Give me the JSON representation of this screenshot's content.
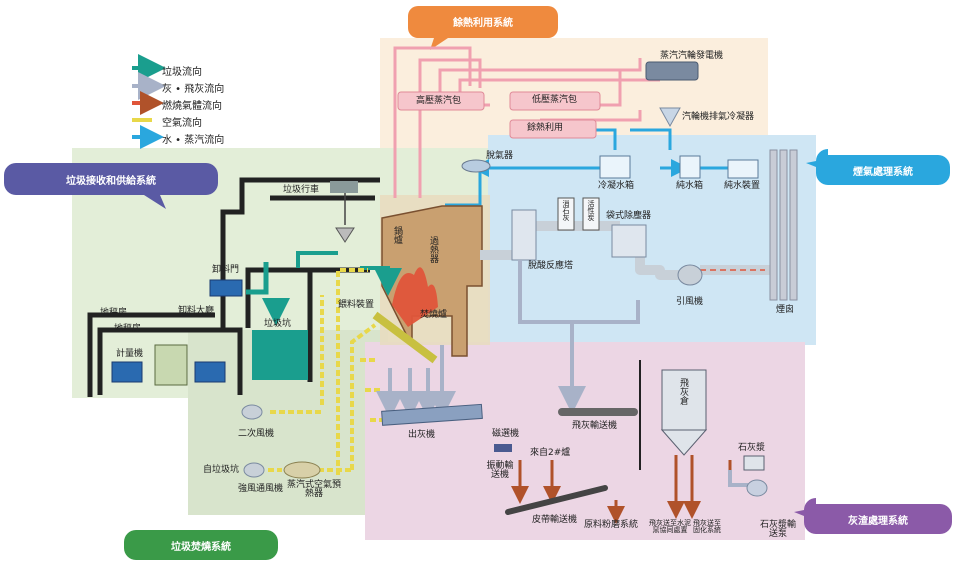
{
  "systems": {
    "heat": "餘熱利用系統",
    "receive": "垃圾接收和供給系統",
    "flue": "煙氣處理系統",
    "incinerate": "垃圾焚燒系統",
    "ash": "灰渣處理系統"
  },
  "legend": [
    {
      "label": "垃圾流向",
      "color": "#1a9e8e"
    },
    {
      "label": "灰 • 飛灰流向",
      "color": "#a8b2c8"
    },
    {
      "label": "燃燒氣體流向",
      "color": "#e0553a"
    },
    {
      "label": "空氣流向",
      "color": "#e8d84a"
    },
    {
      "label": "水 • 蒸汽流向",
      "color": "#2aa7de"
    }
  ],
  "labels": {
    "steam_generator": "蒸汽汽輪發電機",
    "hp_drum": "高壓蒸汽包",
    "lp_drum": "低壓蒸汽包",
    "waste_heat": "餘熱利用",
    "turbine_condenser": "汽輪機排氣冷凝器",
    "deaerator": "脫氣器",
    "condensate_tank": "冷凝水箱",
    "pure_tank": "純水箱",
    "pure_device": "純水裝置",
    "crane": "垃圾行車",
    "boiler": "鍋爐",
    "superheater": "過熱器",
    "bag_filter": "袋式除塵器",
    "slaked_lime": "消石灰",
    "activated_carbon": "活性炭",
    "deacid_tower": "脫酸反應塔",
    "fan": "引風機",
    "chimney": "煙囪",
    "dump_door": "卸料門",
    "dump_hall": "卸料大廳",
    "weighbridge_house_1": "地秤房",
    "weighbridge_house_2": "地秤房",
    "weigh_machine": "計量機",
    "feeder": "餵料裝置",
    "pit": "垃圾坑",
    "furnace": "焚燒爐",
    "fly_ash_conveyor": "飛灰輸送機",
    "fly_ash_silo": "飛灰倉",
    "ash_discharger": "出灰機",
    "magnetic_sep": "磁選機",
    "vibrating_conveyor": "振動輸送機",
    "from_2": "來自2#爐",
    "secondary_fan": "二次風機",
    "from_pit": "自垃圾坑",
    "forced_fan": "強風通風機",
    "air_preheater": "蒸汽式空氣預熱器",
    "belt_conveyor": "皮帶輸送機",
    "grinding": "原料粉磨系統",
    "fly_ash_left": "飛灰送至水泥窯協同處置",
    "fly_ash_right": "飛灰送至固化系統",
    "lime_silo": "石灰漿",
    "lime_conveyor": "石灰漿輸送泵"
  }
}
